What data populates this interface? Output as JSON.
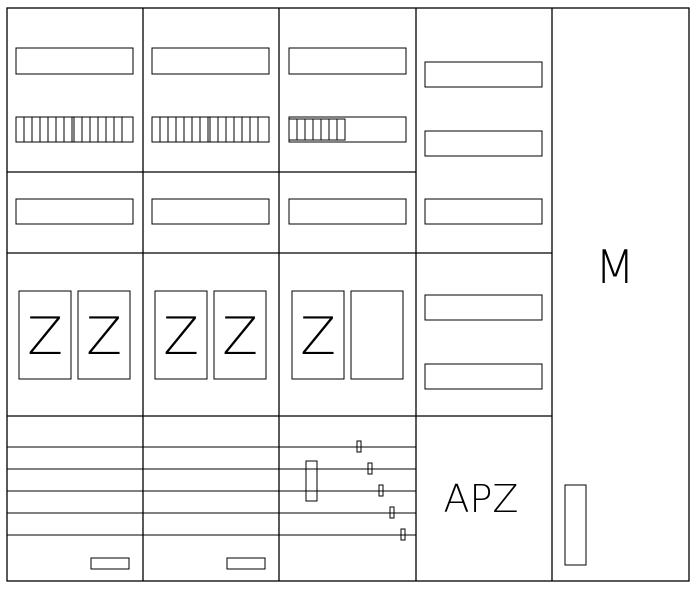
{
  "labels": {
    "meter_1a": "Z",
    "meter_1b": "Z",
    "meter_2a": "Z",
    "meter_2b": "Z",
    "meter_3a": "Z",
    "apz": "APZ",
    "multimedia": "M"
  },
  "colors": {
    "stroke": "#000000",
    "background": "#ffffff"
  }
}
